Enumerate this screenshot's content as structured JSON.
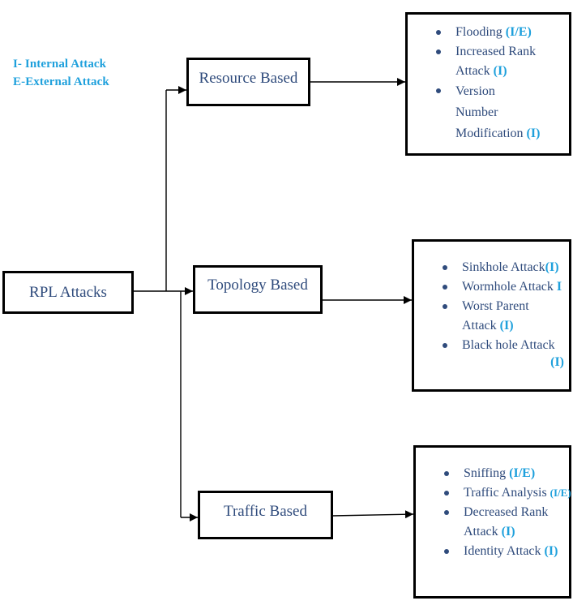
{
  "legend": {
    "internal": "I- Internal Attack",
    "external": "E-External Attack"
  },
  "nodes": {
    "root": "RPL Attacks",
    "resource": "Resource Based",
    "topology": "Topology Based",
    "traffic": "Traffic Based"
  },
  "resource_list": {
    "flooding": "Flooding",
    "flooding_tag": "(I/E)",
    "rank_1": "Increased Rank",
    "rank_2": "Attack",
    "rank_tag": "(I)",
    "version_1": "Version",
    "version_2": "Number",
    "version_3": "Modification",
    "version_tag": "(I)"
  },
  "topology_list": {
    "sinkhole": "Sinkhole Attack",
    "sinkhole_tag": "(I)",
    "wormhole": "Wormhole Attack",
    "wormhole_tag": "I",
    "worst_1": "Worst Parent",
    "worst_2": "Attack",
    "worst_tag": "(I)",
    "blackhole": "Black hole Attack",
    "blackhole_tag": "(I)"
  },
  "traffic_list": {
    "sniffing": "Sniffing",
    "sniffing_tag": "(I/E)",
    "analysis": "Traffic Analysis",
    "analysis_tag": "(I/E)",
    "decreased_1": "Decreased Rank",
    "decreased_2": "Attack",
    "decreased_tag": "(I)",
    "identity": "Identity Attack",
    "identity_tag": "(I)"
  },
  "colors": {
    "text": "#2f4b7c",
    "accent": "#1ea0dc",
    "line": "#000000"
  }
}
